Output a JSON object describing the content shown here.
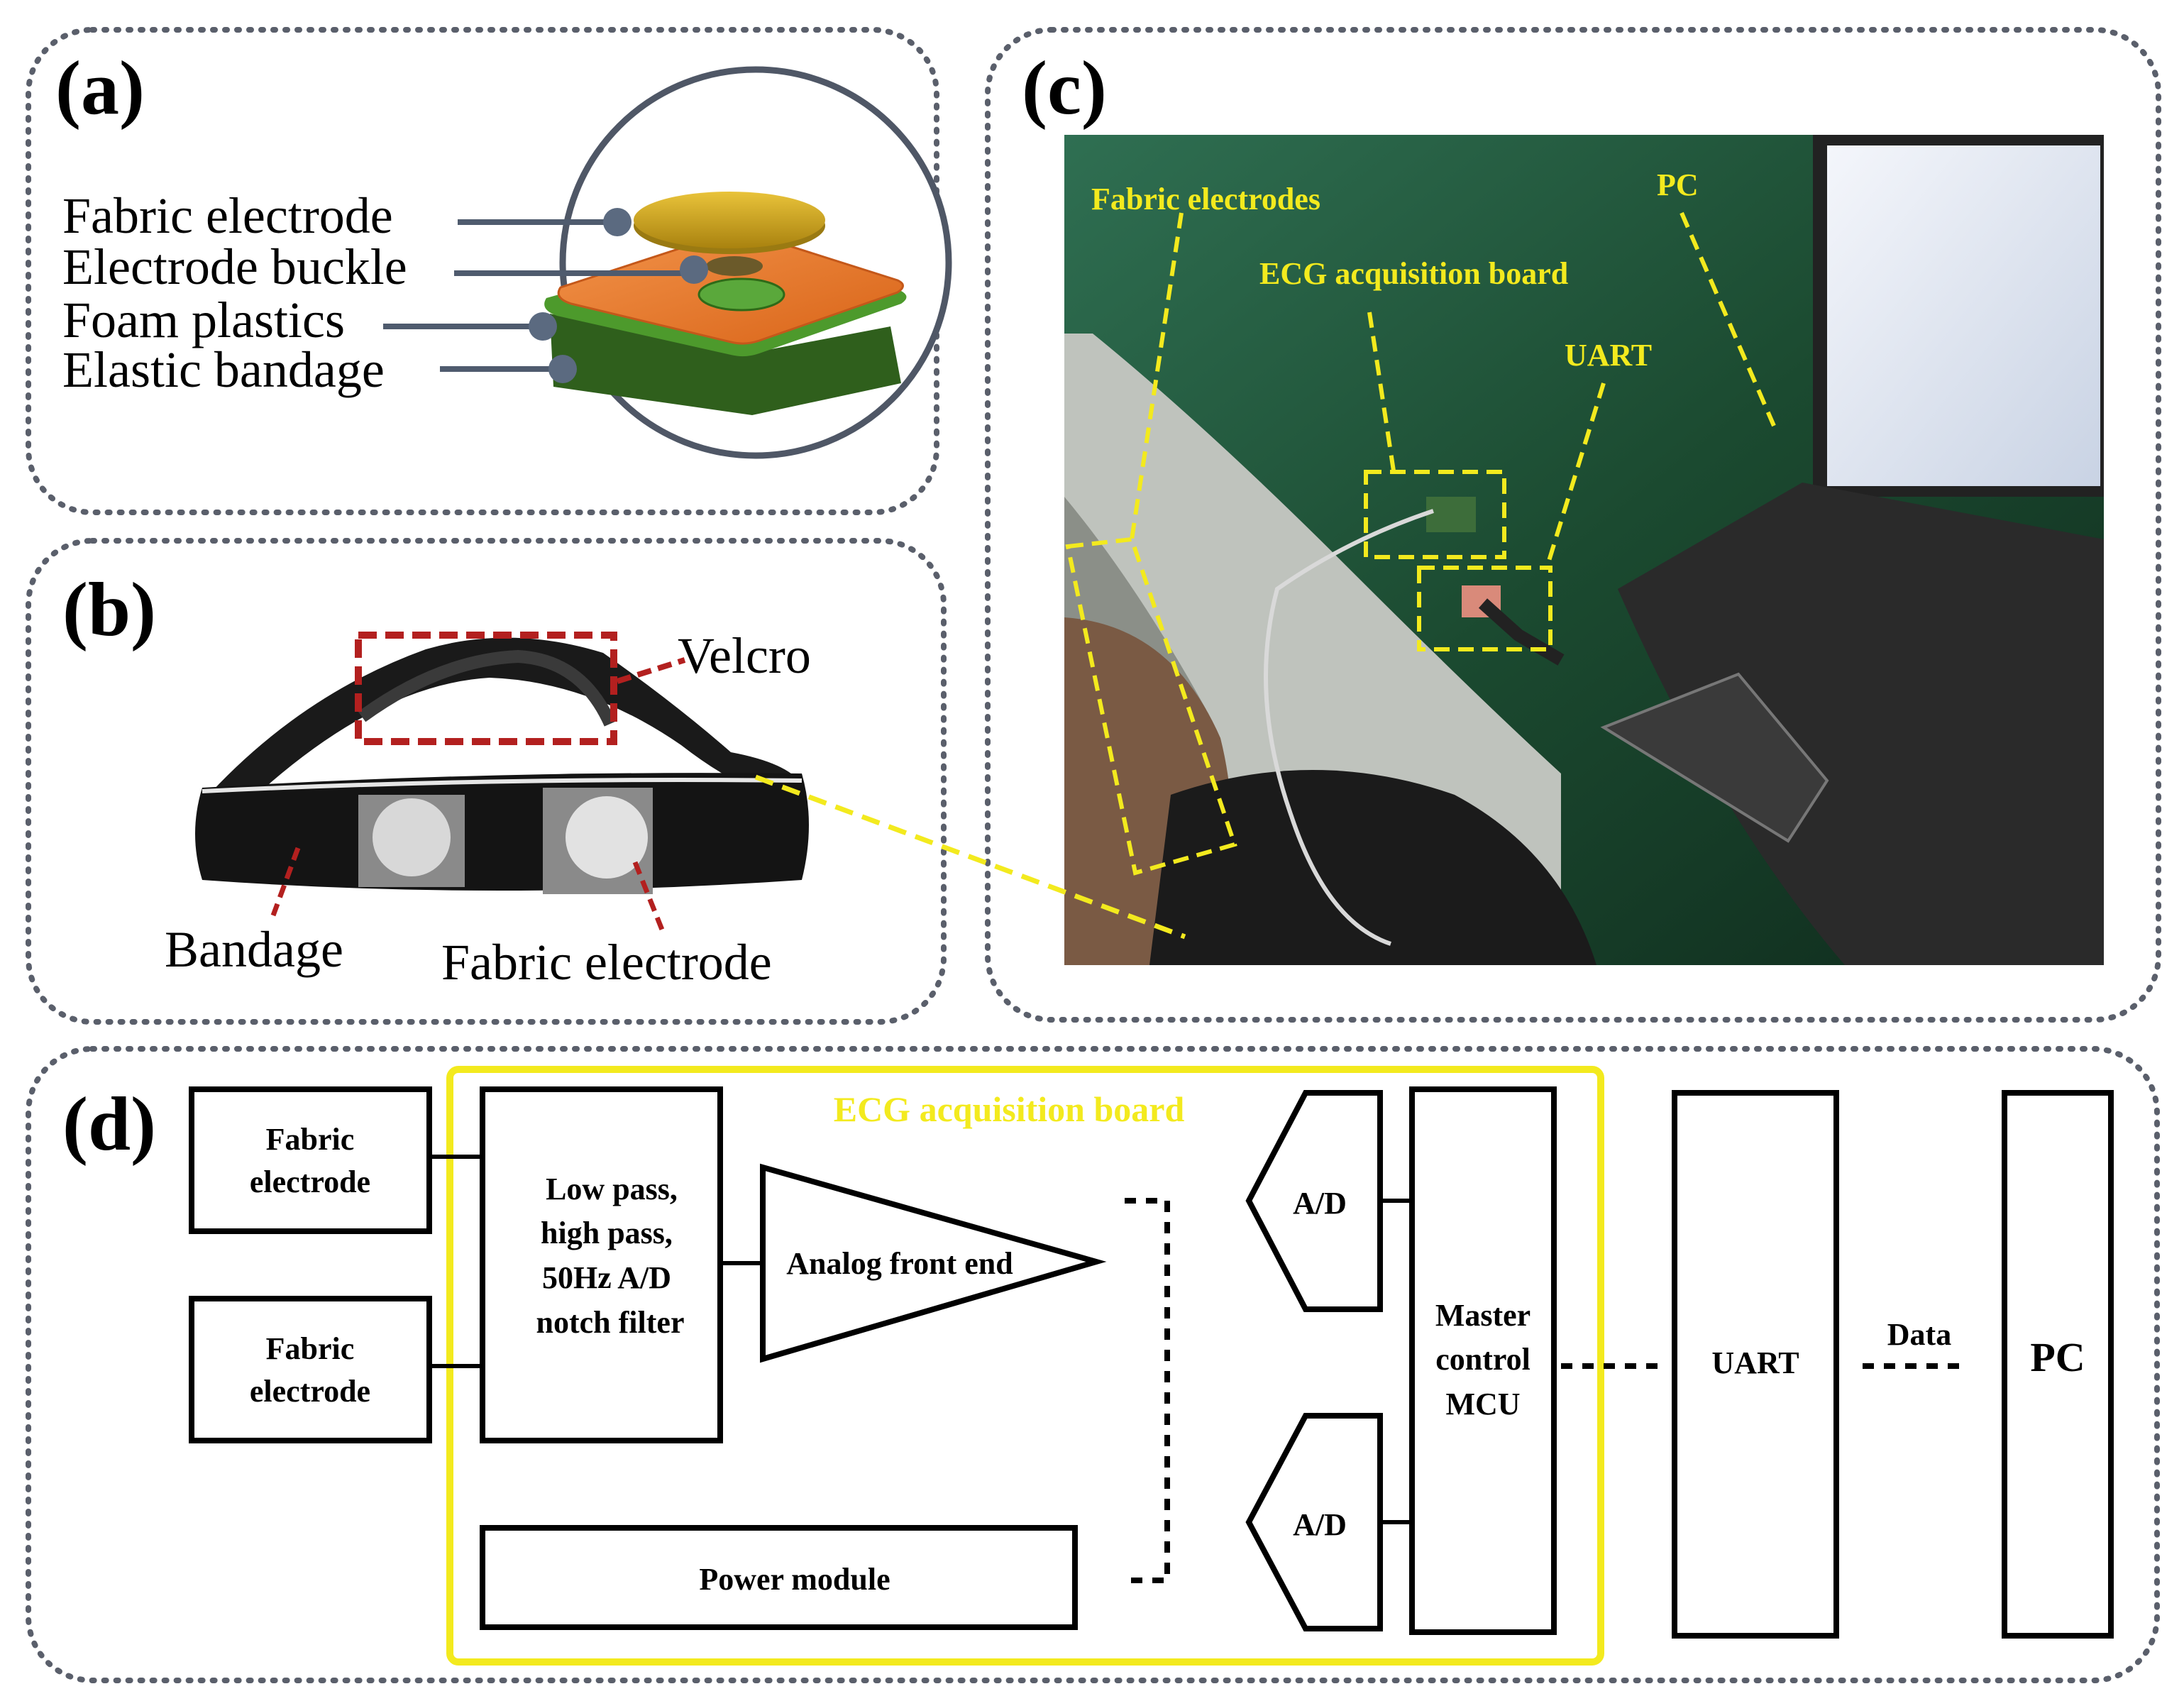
{
  "panel_a": {
    "tag": "(a)",
    "labels": [
      "Fabric electrode",
      "Electrode buckle",
      "Foam plastics",
      "Elastic bandage"
    ]
  },
  "panel_b": {
    "tag": "(b)",
    "velcro_label": "Velcro",
    "bandage_label": "Bandage",
    "electrode_label": "Fabric electrode"
  },
  "panel_c": {
    "tag": "(c)",
    "fabric_electrodes_label": "Fabric electrodes",
    "pc_label": "PC",
    "ecg_board_label": "ECG acquisition board",
    "uart_label": "UART"
  },
  "panel_d": {
    "tag": "(d)",
    "fabric_electrode_1": [
      "Fabric",
      "electrode"
    ],
    "fabric_electrode_2": [
      "Fabric",
      "electrode"
    ],
    "filter": [
      "Low pass,",
      "high pass,",
      "50Hz A/D",
      "notch filter"
    ],
    "board_title": "ECG acquisition board",
    "afe": "Analog front end",
    "adc_1": "A/D",
    "adc_2": "A/D",
    "mcu": [
      "Master",
      "control",
      "MCU"
    ],
    "power": "Power module",
    "uart": "UART",
    "data": "Data",
    "pc": "PC"
  },
  "colors": {
    "panel_border": "#5a5f6b",
    "highlight_yellow": "#f3ea1e",
    "dashed_red": "#b3201f",
    "electrode_gold": "#c9a11a",
    "foam_orange": "#e87a2d",
    "bandage_green": "#3f7a22",
    "desk_green": "#1f4d33"
  }
}
